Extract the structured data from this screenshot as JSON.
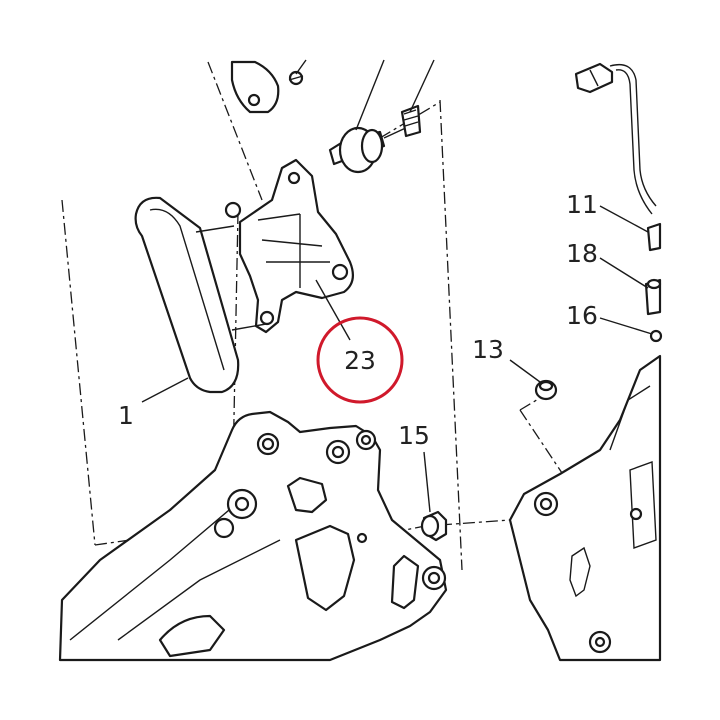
{
  "callouts": {
    "c1": "1",
    "c11": "11",
    "c13": "13",
    "c15": "15",
    "c16": "16",
    "c18": "18",
    "c23": "23"
  },
  "colors": {
    "highlight": "#d0192b",
    "line": "#1a1a1a",
    "background": "#ffffff"
  }
}
